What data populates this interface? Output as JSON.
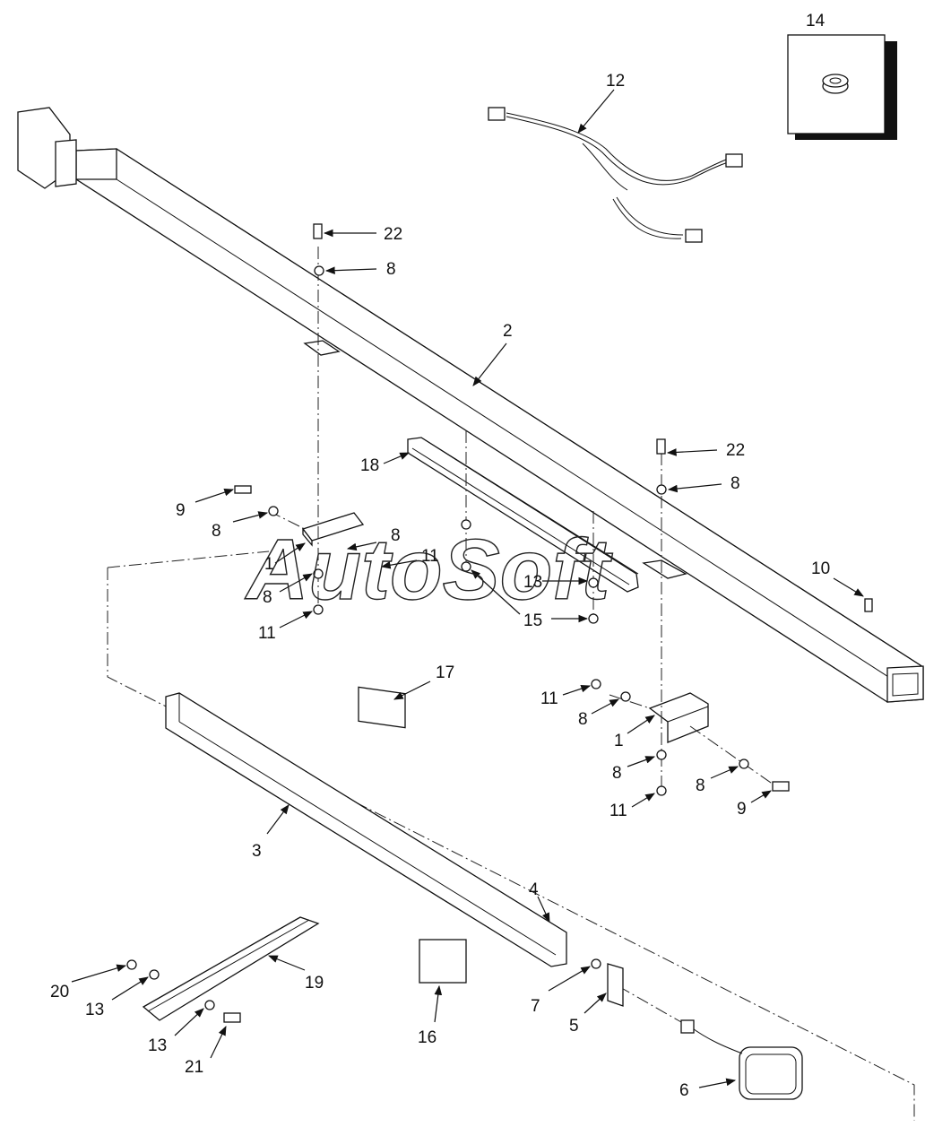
{
  "diagram": {
    "watermark": "AutoSoft",
    "callouts": [
      "14",
      "12",
      "22",
      "8",
      "2",
      "22",
      "18",
      "8",
      "9",
      "8",
      "1",
      "8",
      "11",
      "8",
      "11",
      "13",
      "15",
      "11",
      "10",
      "17",
      "11",
      "8",
      "1",
      "8",
      "8",
      "11",
      "9",
      "3",
      "4",
      "20",
      "19",
      "13",
      "13",
      "21",
      "16",
      "7",
      "5",
      "6"
    ]
  }
}
